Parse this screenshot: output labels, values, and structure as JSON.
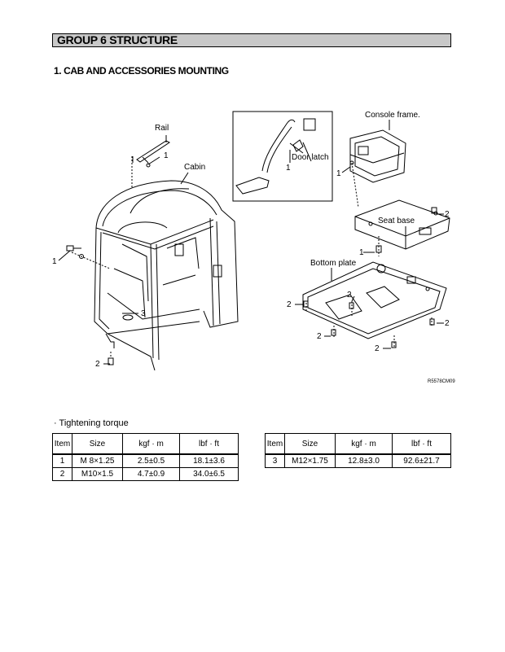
{
  "header": {
    "title": "GROUP  6  STRUCTURE"
  },
  "section": {
    "title": "1. CAB AND ACCESSORIES MOUNTING"
  },
  "figure": {
    "labels": {
      "rail": "Rail",
      "cabin": "Cabin",
      "door_latch": "Door latch",
      "console_frame": "Console frame.",
      "seat_base": "Seat base",
      "bottom_plate": "Bottom plate"
    },
    "callouts": {
      "one": "1",
      "two": "2",
      "three": "3"
    },
    "code": "R5578CM09"
  },
  "torque": {
    "title": "· Tightening torque",
    "headers": [
      "Item",
      "Size",
      "kgf · m",
      "lbf · ft"
    ],
    "table1": [
      [
        "1",
        "M 8×1.25",
        "2.5±0.5",
        "18.1±3.6"
      ],
      [
        "2",
        "M10×1.5",
        "4.7±0.9",
        "34.0±6.5"
      ]
    ],
    "table2": [
      [
        "3",
        "M12×1.75",
        "12.8±3.0",
        "92.6±21.7"
      ]
    ]
  }
}
